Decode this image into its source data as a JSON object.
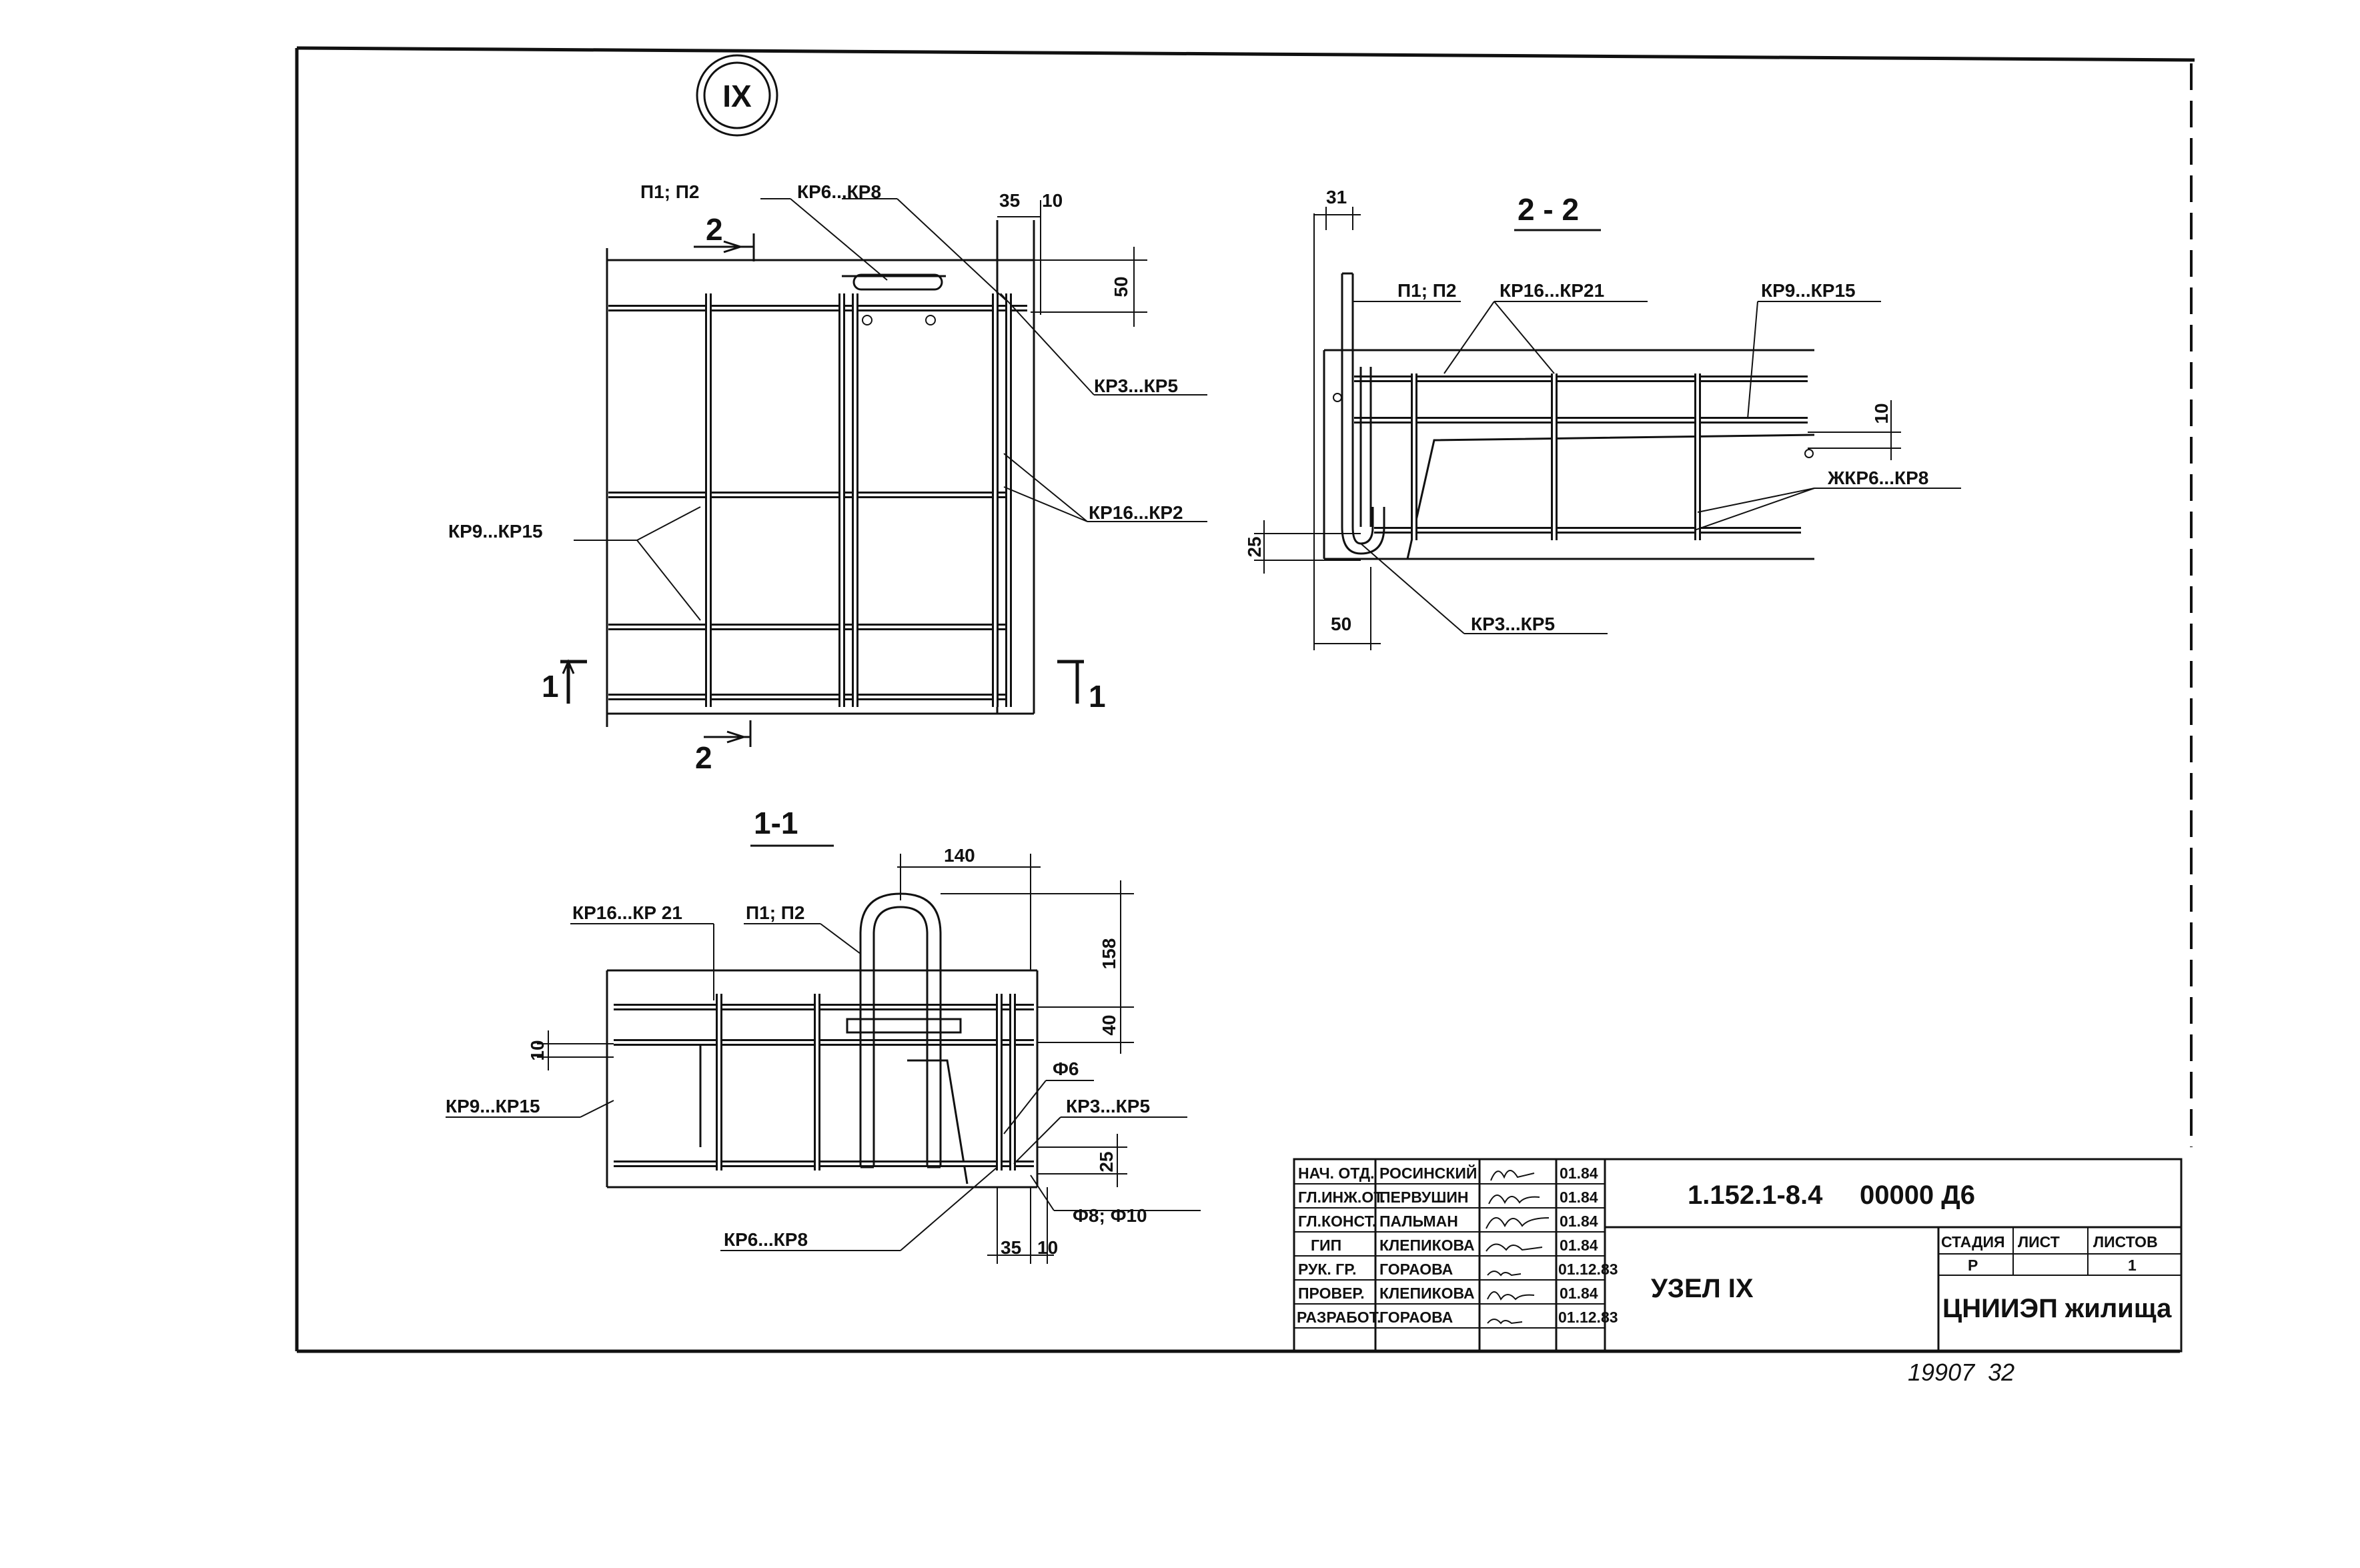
{
  "node_marker": "IX",
  "plan": {
    "label_p1p2": "П1; П2",
    "label_kr6_kr8": "КР6...КР8",
    "label_kr3_kr5": "КР3...КР5",
    "label_kr16_kr2": "КР16...КР2",
    "label_kr9_kr15": "КР9...КР15",
    "dim_35": "35",
    "dim_10": "10",
    "dim_50": "50",
    "cut2_mark": "2",
    "cut1_mark": "1"
  },
  "section22": {
    "title": "2 - 2",
    "dim_31": "31",
    "label_p1p2": "П1; П2",
    "label_kr16_kr21": "КР16...КР21",
    "label_kr9_kr15": "КР9...КР15",
    "dim_10": "10",
    "label_zhkr6_kr8": "ЖКР6...КР8",
    "dim_25": "25",
    "dim_50": "50",
    "label_kr3_kr5": "КР3...КР5"
  },
  "section11": {
    "title": "1-1",
    "dim_140": "140",
    "label_kr16_kr21": "КР16...КР 21",
    "label_p1p2": "П1; П2",
    "dim_158": "158",
    "dim_40": "40",
    "dim_10": "10",
    "label_kr9_kr15": "КР9...КР15",
    "label_phi6": "Ф6",
    "label_kr3_kr5": "КР3...КР5",
    "dim_25": "25",
    "label_phi8_phi10": "Ф8; Ф10",
    "label_kr6_kr8": "КР6...КР8",
    "dim_35": "35",
    "dim_10b": "10"
  },
  "title_block": {
    "rows": [
      {
        "role": "НАЧ. ОТД.",
        "name": "РОСИНСКИЙ",
        "date": "01.84"
      },
      {
        "role": "ГЛ.ИНЖ.ОТ.",
        "name": "ПЕРВУШИН",
        "date": "01.84"
      },
      {
        "role": "ГЛ.КОНСТ.",
        "name": "ПАЛЬМАН",
        "date": "01.84"
      },
      {
        "role": "ГИП",
        "name": "КЛЕПИКОВА",
        "date": "01.84"
      },
      {
        "role": "РУК. ГР.",
        "name": "ГОРАОВА",
        "date": "01.12.83"
      },
      {
        "role": "ПРОВЕР.",
        "name": "КЛЕПИКОВА",
        "date": "01.84"
      },
      {
        "role": "РАЗРАБОТ.",
        "name": "ГОРАОВА",
        "date": "01.12.83"
      }
    ],
    "doc_code": "1.152.1-8.4     00000 Д6",
    "sheet_title": "УЗЕЛ IX",
    "stage_header": "СТАДИЯ",
    "sheet_header": "ЛИСТ",
    "sheets_header": "ЛИСТОВ",
    "stage_value": "Р",
    "sheets_value": "1",
    "organization": "ЦНИИЭП жилища"
  },
  "inventory_number": "19907  32"
}
